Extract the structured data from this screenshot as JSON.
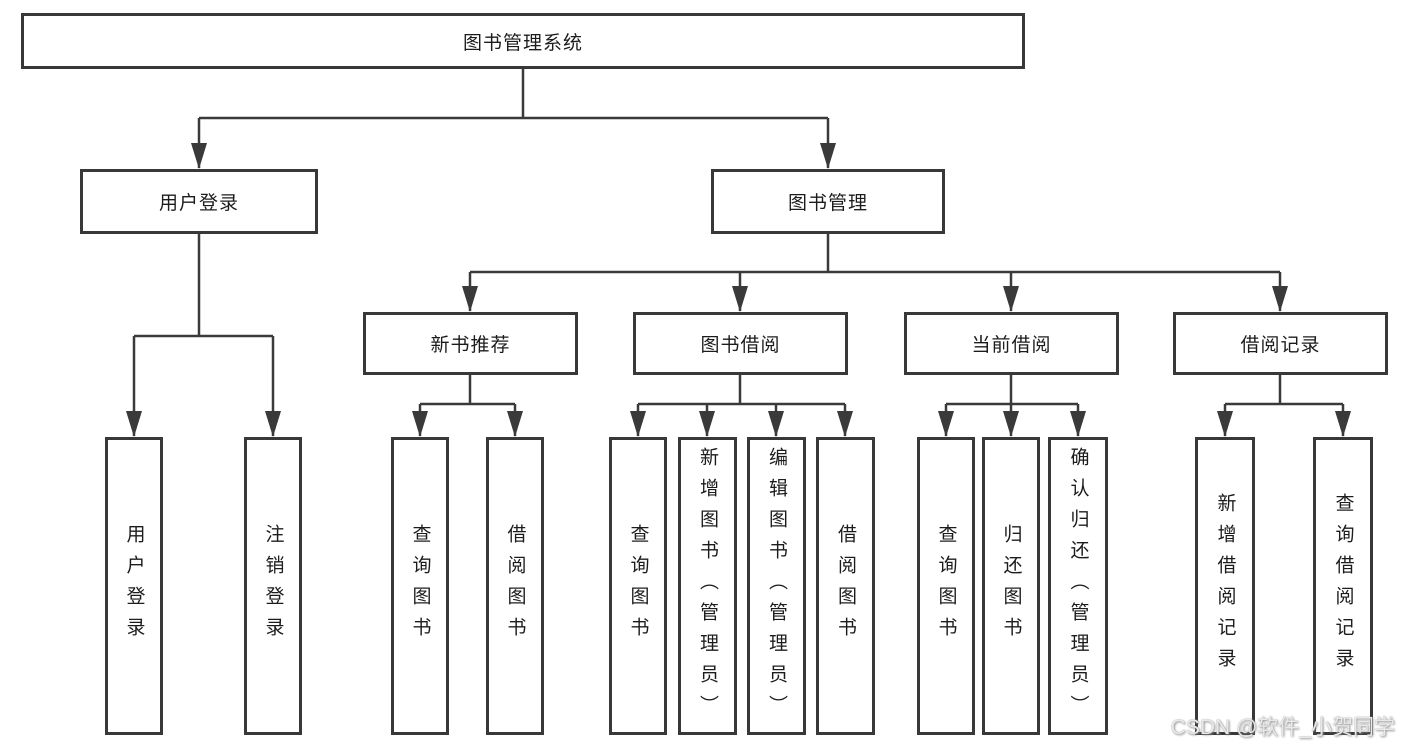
{
  "diagram_type": "tree",
  "tree": {
    "label": "图书管理系统",
    "children": [
      {
        "label": "用户登录",
        "children": [
          {
            "label": "用户登录"
          },
          {
            "label": "注销登录"
          }
        ]
      },
      {
        "label": "图书管理",
        "children": [
          {
            "label": "新书推荐",
            "children": [
              {
                "label": "查询图书"
              },
              {
                "label": "借阅图书"
              }
            ]
          },
          {
            "label": "图书借阅",
            "children": [
              {
                "label": "查询图书"
              },
              {
                "label": "新增图书（管理员）"
              },
              {
                "label": "编辑图书（管理员）"
              },
              {
                "label": "借阅图书"
              }
            ]
          },
          {
            "label": "当前借阅",
            "children": [
              {
                "label": "查询图书"
              },
              {
                "label": "归还图书"
              },
              {
                "label": "确认归还（管理员）"
              }
            ]
          },
          {
            "label": "借阅记录",
            "children": [
              {
                "label": "新增借阅记录"
              },
              {
                "label": "查询借阅记录"
              }
            ]
          }
        ]
      }
    ]
  },
  "watermark": {
    "text": "CSDN @软件_小贺同学"
  },
  "colors": {
    "line": "#3a3a3a",
    "box_border": "#383838",
    "box_fill": "#ffffff",
    "text": "#1c1c1c",
    "background": "#ffffff",
    "watermark": "#e9e9e9"
  }
}
